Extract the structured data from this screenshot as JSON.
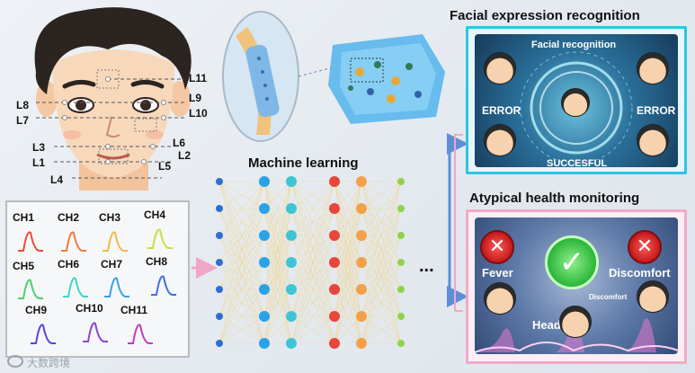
{
  "face": {
    "landmarks": [
      "L1",
      "L2",
      "L3",
      "L4",
      "L5",
      "L6",
      "L7",
      "L8",
      "L9",
      "L10",
      "L11"
    ]
  },
  "channels": [
    "CH1",
    "CH2",
    "CH3",
    "CH4",
    "CH5",
    "CH6",
    "CH7",
    "CH8",
    "CH9",
    "CH10",
    "CH11"
  ],
  "channel_colors": [
    "#e74c3c",
    "#ef7b3b",
    "#f2b84b",
    "#c7e03a",
    "#4fd06b",
    "#3fd3c9",
    "#3aa0e6",
    "#3f6fe0",
    "#5a44d8",
    "#8d44d8",
    "#c23bc2"
  ],
  "machine_learning": {
    "title": "Machine learning",
    "ellipsis": "..."
  },
  "facial": {
    "title": "Facial expression recognition",
    "panel_label": "Facial recognition",
    "error_left": "ERROR",
    "error_right": "ERROR",
    "success": "SUCCESFUL"
  },
  "health": {
    "title": "Atypical health monitoring",
    "fever": "Fever",
    "discomfort": "Discomfort",
    "discomfort_small": "Discomfort",
    "headache": "Headache"
  },
  "watermark": "大数跨境",
  "colors": {
    "cyan_frame": "#2fc4e6",
    "pink_frame": "#f2a9c8",
    "arrow": "#5b8fd6"
  }
}
